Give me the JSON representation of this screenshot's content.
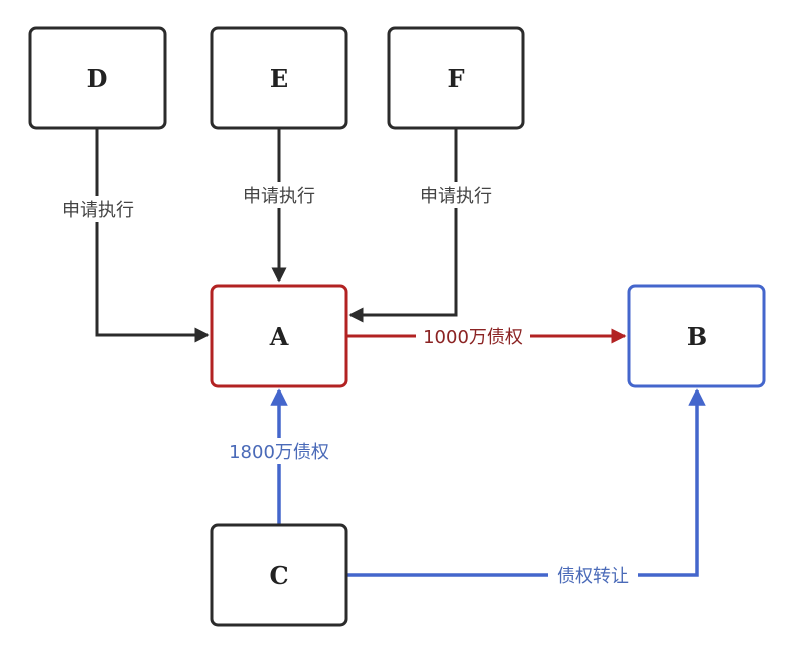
{
  "colors": {
    "dark": "#2b2b2b",
    "red": "#b22222",
    "blue": "#4466cc",
    "red_text": "#8b2323",
    "blue_text": "#4a6ab8",
    "gray_text": "#444444"
  },
  "nodes": {
    "D": {
      "label": "D",
      "style": "dark"
    },
    "E": {
      "label": "E",
      "style": "dark"
    },
    "F": {
      "label": "F",
      "style": "dark"
    },
    "A": {
      "label": "A",
      "style": "red"
    },
    "B": {
      "label": "B",
      "style": "blue"
    },
    "C": {
      "label": "C",
      "style": "dark"
    }
  },
  "edges": {
    "d_to_a": {
      "from": "D",
      "to": "A",
      "label": "申请执行"
    },
    "e_to_a": {
      "from": "E",
      "to": "A",
      "label": "申请执行"
    },
    "f_to_a": {
      "from": "F",
      "to": "A",
      "label": "申请执行"
    },
    "a_to_b": {
      "from": "A",
      "to": "B",
      "label": "1000万债权"
    },
    "c_to_a": {
      "from": "C",
      "to": "A",
      "label": "1800万债权"
    },
    "c_to_b": {
      "from": "C",
      "to": "B",
      "label": "债权转让"
    }
  }
}
